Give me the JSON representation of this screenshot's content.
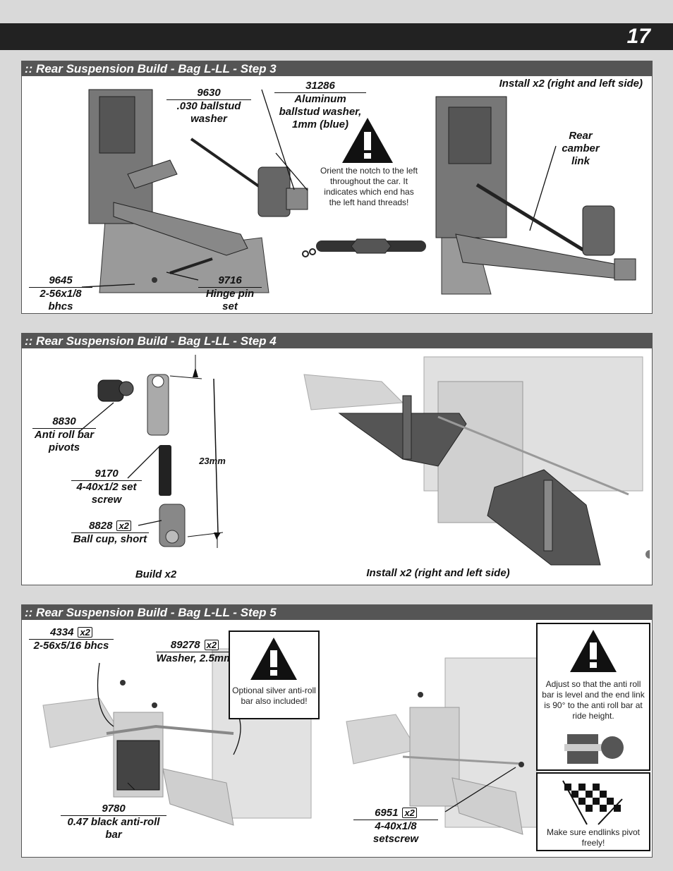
{
  "page": {
    "number": "17"
  },
  "step3": {
    "title": ":: Rear Suspension Build - Bag L-LL - Step 3",
    "p9630": {
      "num": "9630",
      "desc": ".030 ballstud washer"
    },
    "p31286": {
      "num": "31286",
      "desc": "Aluminum ballstud washer, 1mm (blue)"
    },
    "install": "Install x2 (right and left side)",
    "camber": "Rear camber link",
    "warning": "Orient the notch to the left throughout the car.  It indicates which end has the left hand threads!",
    "p9645": {
      "num": "9645",
      "desc": "2-56x1/8 bhcs"
    },
    "p9716": {
      "num": "9716",
      "desc": "Hinge pin set"
    }
  },
  "step4": {
    "title": ":: Rear Suspension Build - Bag L-LL - Step 4",
    "p8830": {
      "num": "8830",
      "desc": "Anti roll bar pivots"
    },
    "p9170": {
      "num": "9170",
      "desc": "4-40x1/2 set screw"
    },
    "p8828": {
      "num": "8828",
      "qty": "x2",
      "desc": "Ball cup, short"
    },
    "dim": "23mm",
    "build": "Build x2",
    "install": "Install x2 (right and left side)"
  },
  "step5": {
    "title": ":: Rear Suspension Build - Bag L-LL - Step 5",
    "p4334": {
      "num": "4334",
      "qty": "x2",
      "desc": "2-56x5/16 bhcs"
    },
    "p89278": {
      "num": "89278",
      "qty": "x2",
      "desc": "Washer, 2.5mm"
    },
    "optional": "Optional silver anti-roll bar also included!",
    "p9780": {
      "num": "9780",
      "desc": "0.47 black anti-roll bar"
    },
    "p6951": {
      "num": "6951",
      "qty": "x2",
      "desc": "4-40x1/8 setscrew"
    },
    "adjust": "Adjust so that the anti roll bar is level and the end link is 90° to the anti roll bar at ride height.",
    "pivot": "Make sure endlinks pivot freely!"
  },
  "colors": {
    "header_bg": "#222222",
    "panel_head_bg": "#555555",
    "page_bg": "#d9d9d9"
  },
  "icons": [
    "warning-triangle-icon",
    "checkered-flag-icon"
  ]
}
